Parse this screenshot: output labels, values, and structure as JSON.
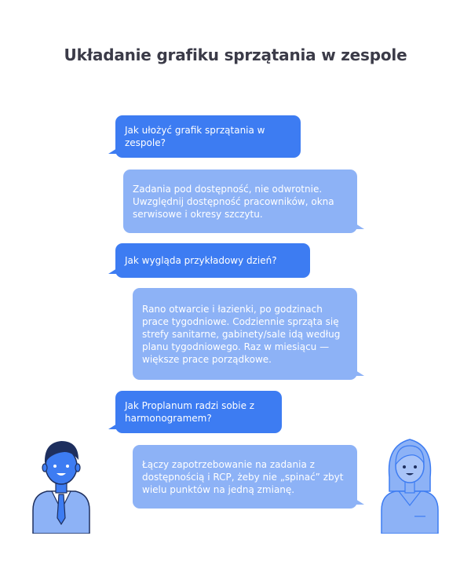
{
  "title": "Układanie grafiku sprzątania w zespole",
  "conversation": [
    {
      "role": "question",
      "text": "Jak ułożyć grafik sprzątania w zespole?"
    },
    {
      "role": "answer",
      "text": "Zadania pod dostępność, nie odwrotnie. Uwzględnij dostępność pracowników, okna serwisowe i okresy szczytu."
    },
    {
      "role": "question",
      "text": "Jak wygląda przykładowy dzień?"
    },
    {
      "role": "answer",
      "text": "Rano otwarcie i łazienki, po godzinach prace tygodniowe. Codziennie sprząta się strefy sanitarne, gabinety/sale idą według planu tygodniowego. Raz w miesiącu — większe prace porządkowe."
    },
    {
      "role": "question",
      "text": "Jak Proplanum radzi sobie z harmonogramem?"
    },
    {
      "role": "answer",
      "text": "Łączy zapotrzebowanie na zadania z dostępnością i RCP, żeby nie „spinać” zbyt wielu punktów na jedną zmianę."
    }
  ],
  "colors": {
    "question_bubble": "#3d7cf2",
    "answer_bubble": "#8db2f6",
    "person_male_skin": "#3d7cf2",
    "person_female_skin": "#8db2f6"
  },
  "icons": [
    "man-avatar-icon",
    "woman-avatar-icon"
  ]
}
